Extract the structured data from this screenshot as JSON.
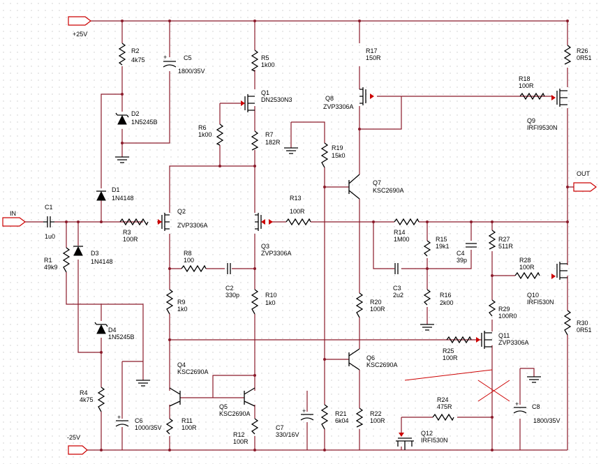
{
  "colors": {
    "wire": "#8b1a2a",
    "component": "#000000",
    "accent": "#cc0000",
    "grid": "#c8c8c8"
  },
  "ports": {
    "vpos": "+25V",
    "vneg": "-25V",
    "in": "IN",
    "out": "OUT"
  },
  "components": {
    "R1": {
      "ref": "R1",
      "value": "49k9"
    },
    "R2": {
      "ref": "R2",
      "value": "4k75"
    },
    "R3": {
      "ref": "R3",
      "value": "100R"
    },
    "R4": {
      "ref": "R4",
      "value": "4k75"
    },
    "R5": {
      "ref": "R5",
      "value": "1k00"
    },
    "R6": {
      "ref": "R6",
      "value": "1k00"
    },
    "R7": {
      "ref": "R7",
      "value": "182R"
    },
    "R8": {
      "ref": "R8",
      "value": "100"
    },
    "R9": {
      "ref": "R9",
      "value": "1k0"
    },
    "R10": {
      "ref": "R10",
      "value": "1k0"
    },
    "R11": {
      "ref": "R11",
      "value": "100R"
    },
    "R12": {
      "ref": "R12",
      "value": "100R"
    },
    "R13": {
      "ref": "R13",
      "value": "100R"
    },
    "R14": {
      "ref": "R14",
      "value": "1M00"
    },
    "R15": {
      "ref": "R15",
      "value": "19k1"
    },
    "R16": {
      "ref": "R16",
      "value": "2k00"
    },
    "R17": {
      "ref": "R17",
      "value": "150R"
    },
    "R18": {
      "ref": "R18",
      "value": "100R"
    },
    "R19": {
      "ref": "R19",
      "value": "15k0"
    },
    "R20": {
      "ref": "R20",
      "value": "100R"
    },
    "R21": {
      "ref": "R21",
      "value": "6k04"
    },
    "R22": {
      "ref": "R22",
      "value": "100R"
    },
    "R24": {
      "ref": "R24",
      "value": "475R"
    },
    "R25": {
      "ref": "R25",
      "value": "100R"
    },
    "R26": {
      "ref": "R26",
      "value": "0R51"
    },
    "R27": {
      "ref": "R27",
      "value": "511R"
    },
    "R28": {
      "ref": "R28",
      "value": "100R"
    },
    "R29": {
      "ref": "R29",
      "value": "100R0"
    },
    "R30": {
      "ref": "R30",
      "value": "0R51"
    },
    "C1": {
      "ref": "C1",
      "value": "1u0"
    },
    "C2": {
      "ref": "C2",
      "value": "330p"
    },
    "C3": {
      "ref": "C3",
      "value": "2u2"
    },
    "C4": {
      "ref": "C4",
      "value": "39p"
    },
    "C5": {
      "ref": "C5",
      "value": "1800/35V"
    },
    "C6": {
      "ref": "C6",
      "value": "1000/35V"
    },
    "C7": {
      "ref": "C7",
      "value": "330/16V"
    },
    "C8": {
      "ref": "C8",
      "value": "1800/35V"
    },
    "D1": {
      "ref": "D1",
      "value": "1N4148"
    },
    "D2": {
      "ref": "D2",
      "value": "1N5245B"
    },
    "D3": {
      "ref": "D3",
      "value": "1N4148"
    },
    "D4": {
      "ref": "D4",
      "value": "1N5245B"
    },
    "Q1": {
      "ref": "Q1",
      "value": "DN2530N3"
    },
    "Q2": {
      "ref": "Q2",
      "value": "ZVP3306A"
    },
    "Q3": {
      "ref": "Q3",
      "value": "ZVP3306A"
    },
    "Q4": {
      "ref": "Q4",
      "value": "KSC2690A"
    },
    "Q5": {
      "ref": "Q5",
      "value": "KSC2690A"
    },
    "Q6": {
      "ref": "Q6",
      "value": "KSC2690A"
    },
    "Q7": {
      "ref": "Q7",
      "value": "KSC2690A"
    },
    "Q8": {
      "ref": "Q8",
      "value": "ZVP3306A"
    },
    "Q9": {
      "ref": "Q9",
      "value": "IRFI9530N"
    },
    "Q10": {
      "ref": "Q10",
      "value": "IRFI530N"
    },
    "Q11": {
      "ref": "Q11",
      "value": "ZVP3306A"
    },
    "Q12": {
      "ref": "Q12",
      "value": "IRFI530N"
    }
  }
}
